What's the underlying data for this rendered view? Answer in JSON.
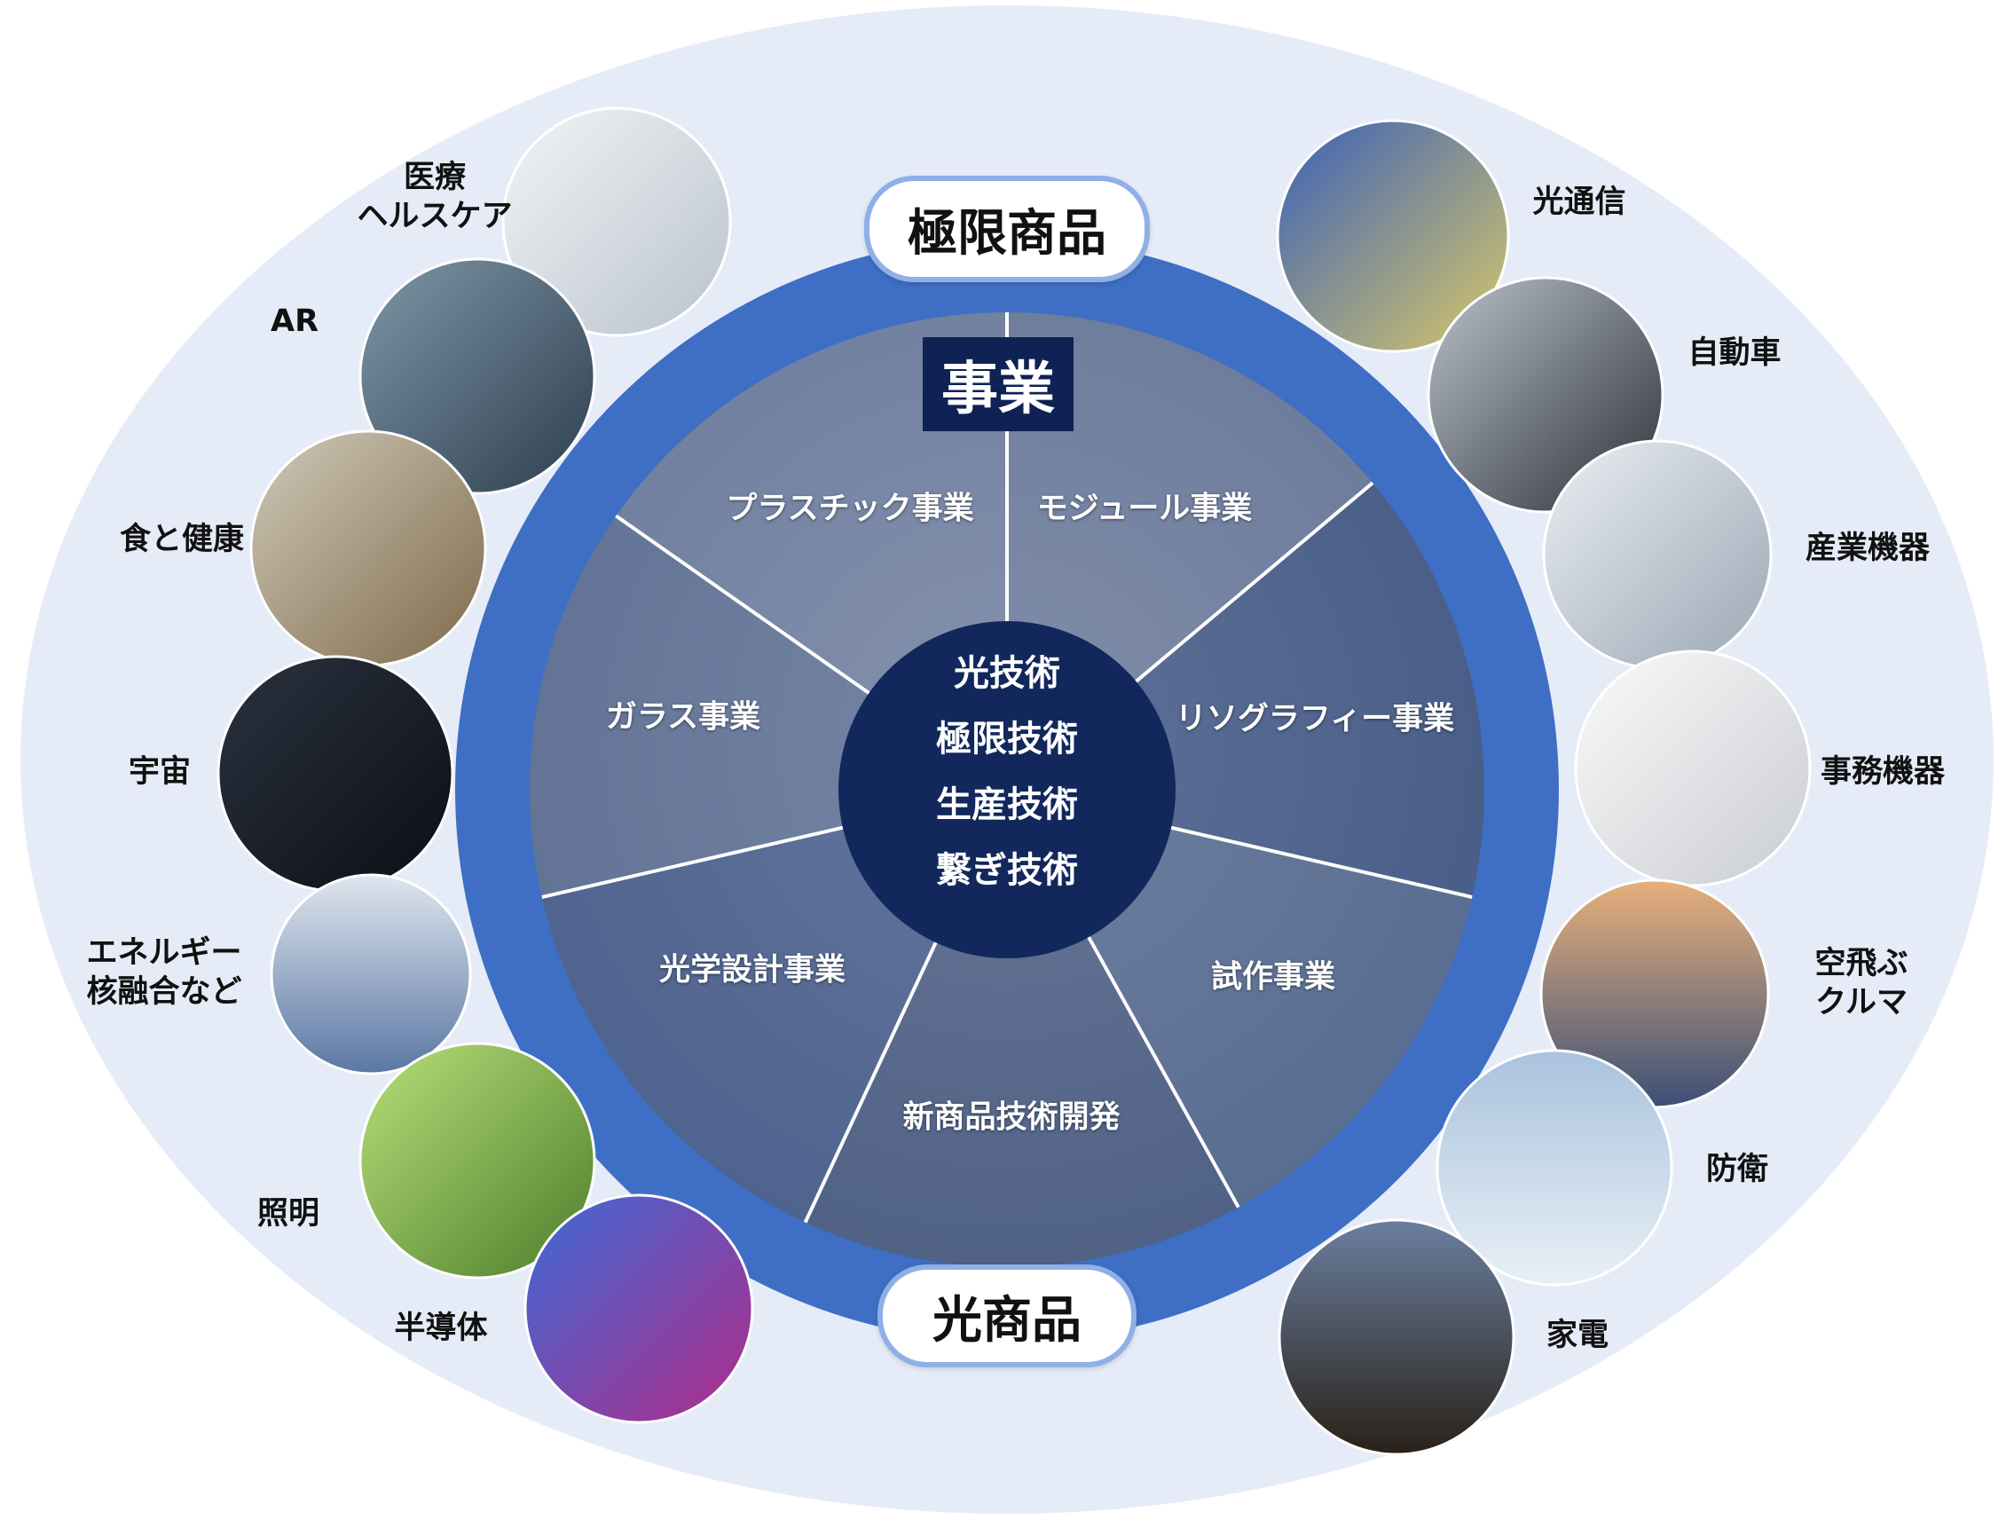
{
  "top_pill": "極限商品",
  "bottom_pill": "光商品",
  "business_title": "事業",
  "core_technologies": [
    "光技術",
    "極限技術",
    "生産技術",
    "繋ぎ技術"
  ],
  "segments": [
    "プラスチック事業",
    "モジュール事業",
    "リソグラフィー事業",
    "試作事業",
    "新商品技術開発",
    "光学設計事業",
    "ガラス事業"
  ],
  "applications_left": [
    "医療\nヘルスケア",
    "AR",
    "食と健康",
    "宇宙",
    "エネルギー\n核融合など",
    "照明",
    "半導体"
  ],
  "applications_right": [
    "光通信",
    "自動車",
    "産業機器",
    "事務機器",
    "空飛ぶ\nクルマ",
    "防衛",
    "家電"
  ],
  "colors": {
    "outer_ellipse": "#e6ecf7",
    "ring": "#3e6fc4",
    "inner_disc": "#5b6f95",
    "core": "#12285c",
    "title_box": "#0e2254",
    "pill_border": "#8fb0e6"
  }
}
